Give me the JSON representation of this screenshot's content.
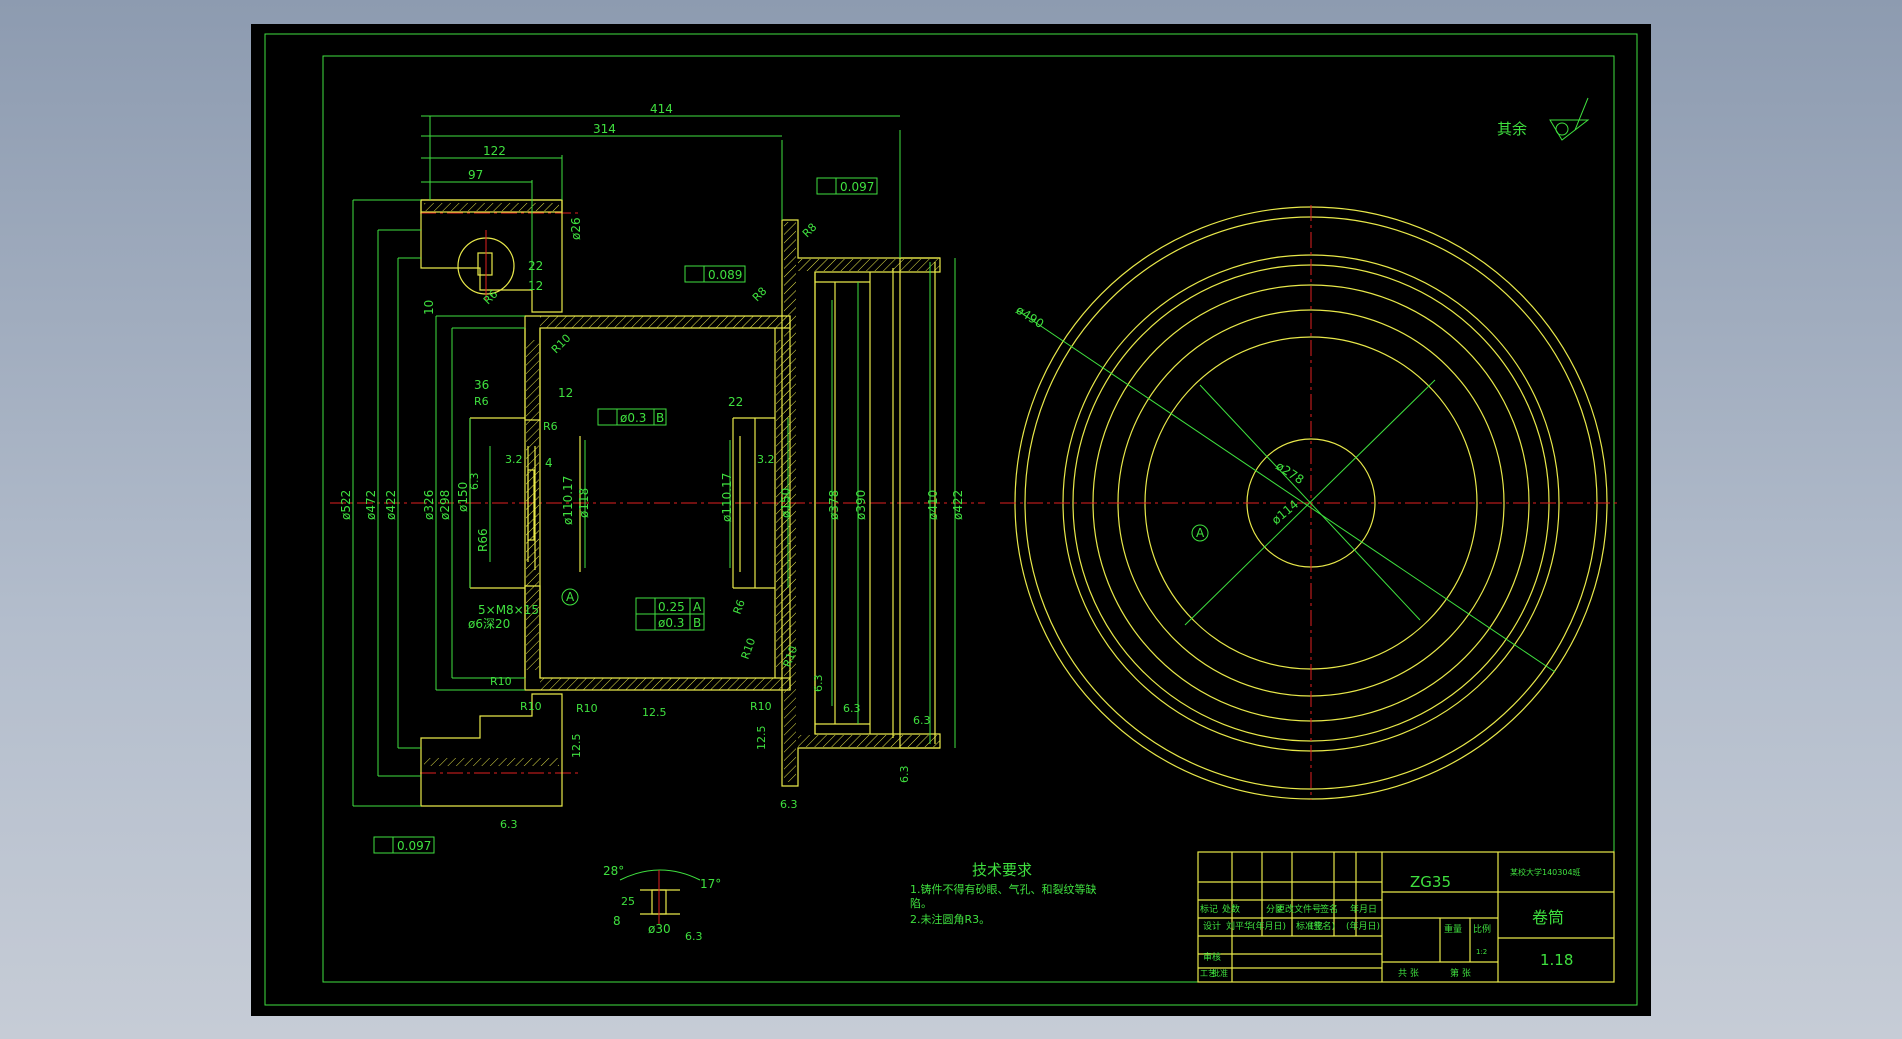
{
  "colors": {
    "canvas": "#000000",
    "outline": "#e8e84a",
    "dimension": "#3fe03f",
    "centerline": "#e02020",
    "background": "#9aa6b8"
  },
  "roughness_note": "其余",
  "dimensions": {
    "d414": "414",
    "d314": "314",
    "d122": "122",
    "d97": "97",
    "phi26": "ø26",
    "d22": "22",
    "d12a": "12",
    "d36": "36",
    "d12b": "12",
    "d22b": "22",
    "d4": "4",
    "d10": "10",
    "phi522": "ø522",
    "phi472": "ø472",
    "phi422a": "ø422",
    "phi326": "ø326",
    "phi298": "ø298",
    "phi150a": "ø150",
    "r66": "R66",
    "phi110a": "ø110.17",
    "phi118": "ø118",
    "phi110b": "ø110.17",
    "phi150b": "ø150",
    "phi378": "ø378",
    "phi390": "ø390",
    "phi410": "ø410",
    "phi422b": "ø422",
    "phi490": "ø490",
    "phi278": "ø278",
    "phi114": "ø114",
    "thread": "5×M8×15",
    "hole": "ø6深20",
    "phi30": "ø30",
    "ang28": "28°",
    "ang17": "17°",
    "d8": "8"
  },
  "radii": {
    "r8a": "R8",
    "r8b": "R8",
    "r10a": "R10",
    "r6a": "R6",
    "r6b": "R6",
    "r6c": "R6",
    "r10b": "R10",
    "r10c": "R10",
    "r10d": "R10",
    "r10e": "R10",
    "r10f": "R10",
    "r10g": "R10",
    "r6d": "R6",
    "r3": "R3"
  },
  "roughness": {
    "v32a": "3.2",
    "v32b": "3.2",
    "v63a": "6.3",
    "v63b": "6.3",
    "v63c": "6.3",
    "v63d": "6.3",
    "v63e": "6.3",
    "v63f": "6.3",
    "v63g": "6.3",
    "v63h": "6.3",
    "v63i": "6.3",
    "v125a": "12.5",
    "v125b": "12.5",
    "v125c": "12.5",
    "v25": "25"
  },
  "tolerances": {
    "flat1": "0.097",
    "flat2": "0.089",
    "flat3": "0.097",
    "perp1": "ø0.3",
    "perp1_datum": "B",
    "conc": "0.25",
    "conc_datum": "A",
    "perp2": "ø0.3",
    "perp2_datum": "B",
    "datum_a": "A",
    "datum_a2": "A"
  },
  "tech": {
    "title": "技术要求",
    "line1": "1.铸件不得有砂眼、气孔、和裂纹等缺",
    "line1b": "陷。",
    "line2": "2.未注圆角R3。"
  },
  "title_block": {
    "material": "ZG35",
    "school": "某校大学140304班",
    "part_name": "卷筒",
    "drawing_no": "1.18",
    "h_mark": "标记",
    "h_count": "处数",
    "h_zone": "分区",
    "h_doc": "更改文件号",
    "h_sign": "签名",
    "h_date": "年月日",
    "design": "设计",
    "designer": "刘平华",
    "sign_date": "(年月日)",
    "std": "标准化",
    "std_sign": "(签名)",
    "std_date": "(年月日)",
    "weight": "重量",
    "scale": "比例",
    "scale_val": "1:2",
    "check": "审核",
    "process": "工艺",
    "approve": "批准",
    "total": "共 张",
    "sheet": "第 张"
  }
}
